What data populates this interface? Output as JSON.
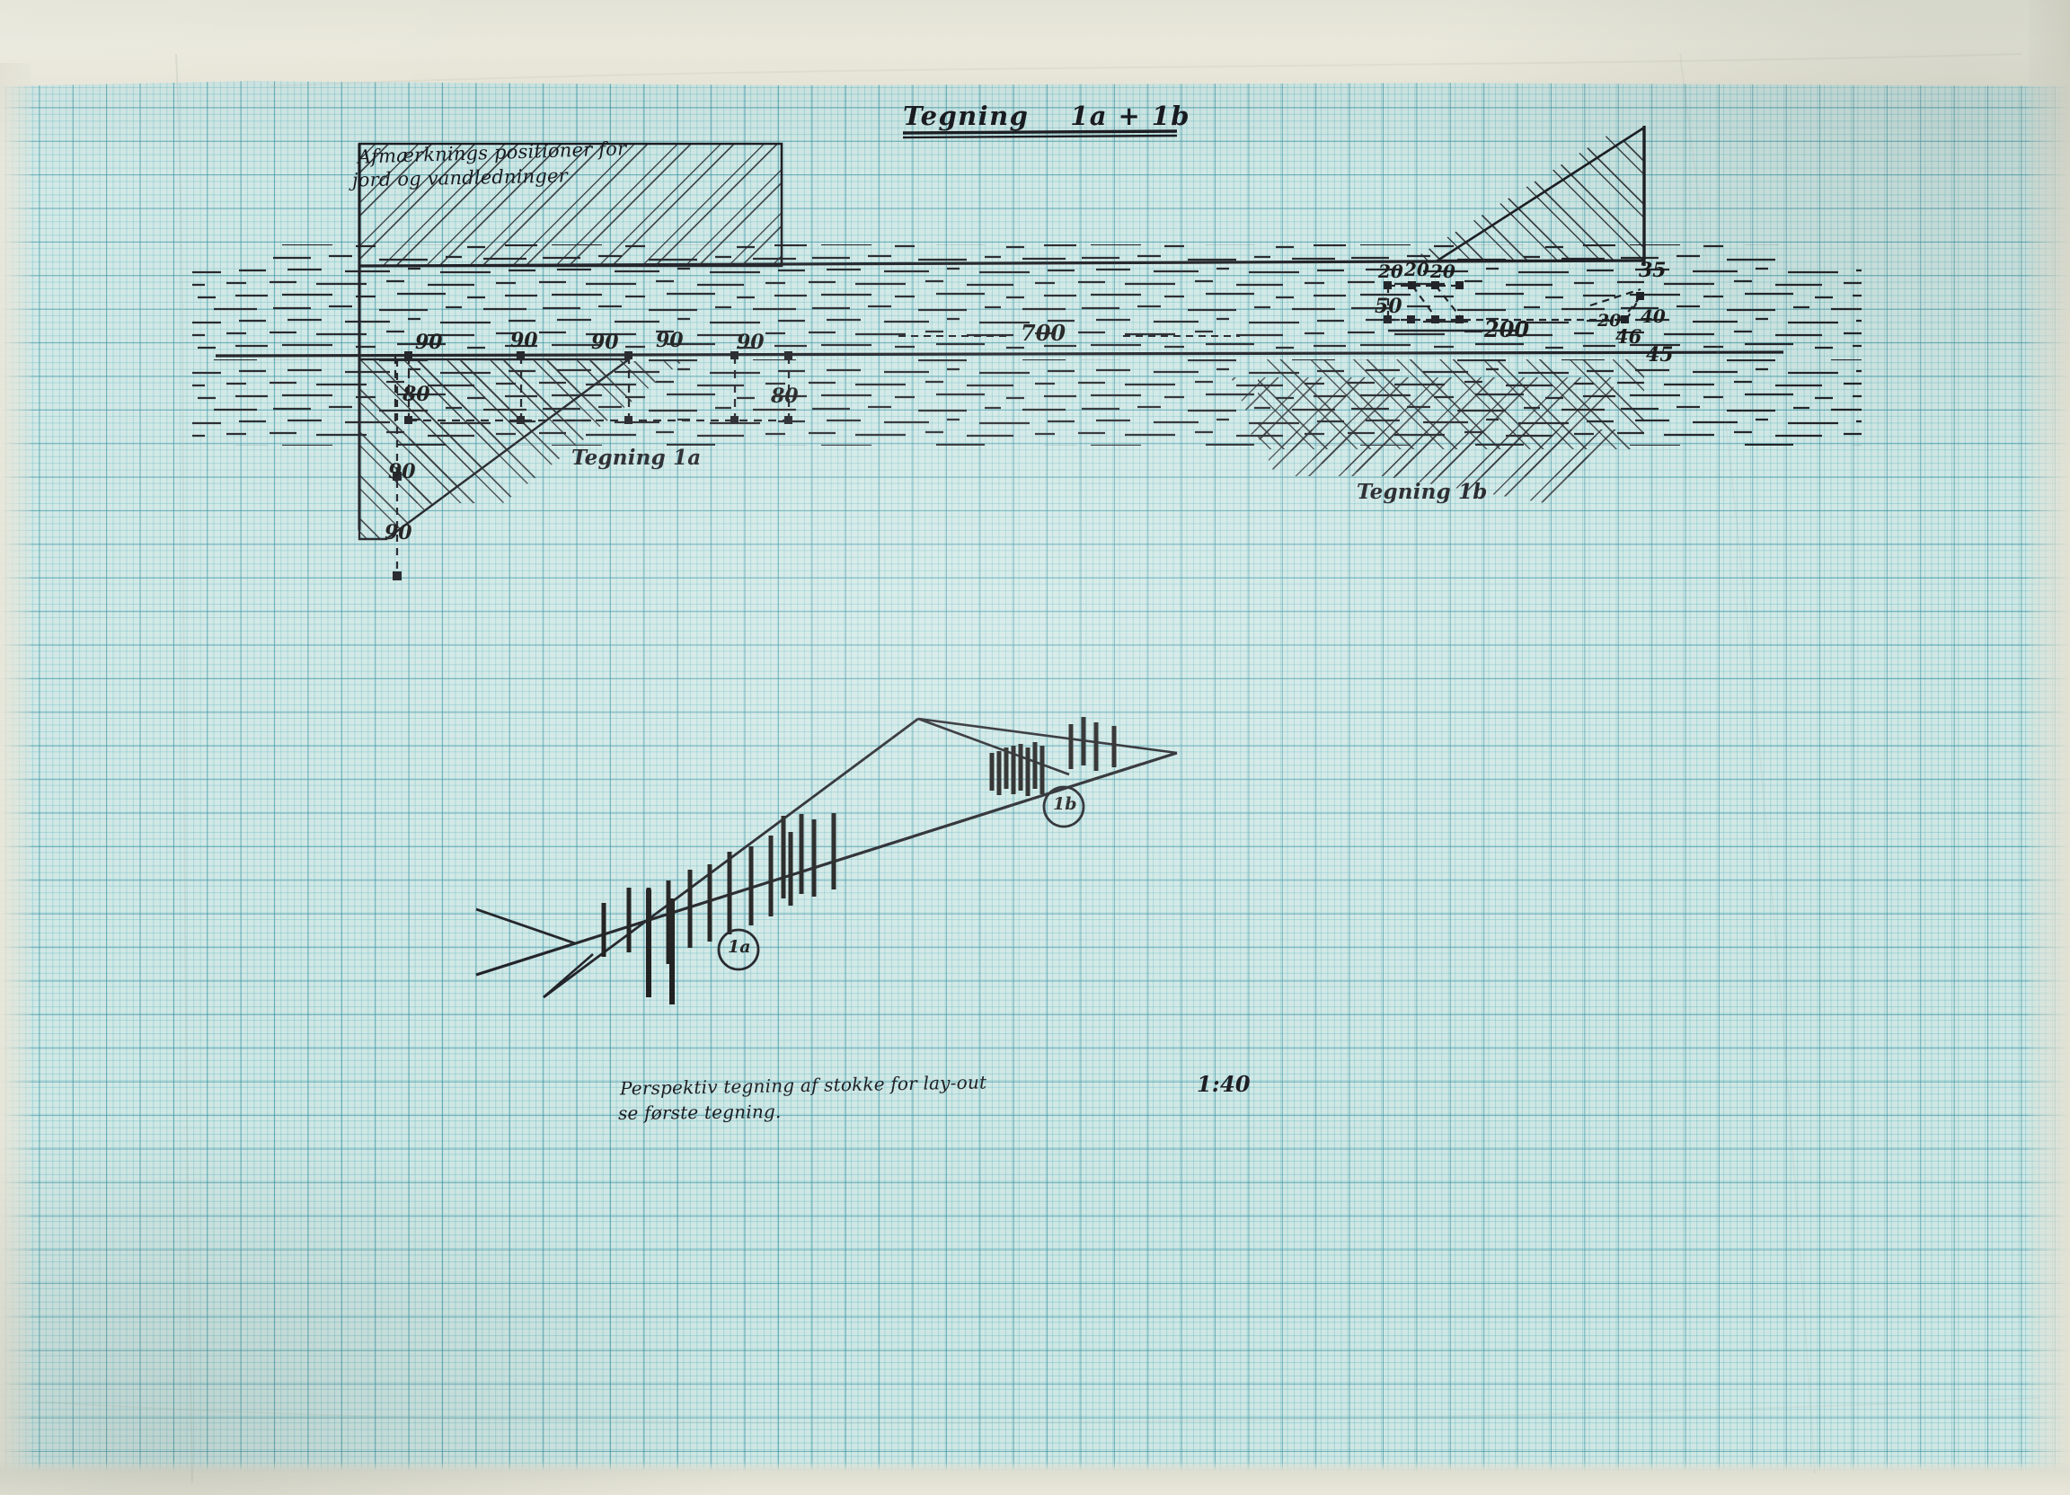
{
  "document": {
    "medium": "graph-paper-photograph",
    "title": "Tegning    1a + 1b",
    "scale": "1:40",
    "paper_color": "#cfe7e4",
    "grid_color": "#2484 96",
    "ink_color": "#14161c"
  },
  "annotations": {
    "top_left_note_line1": "Afmærknings positioner for",
    "top_left_note_line2": "jord og vandledninger",
    "bottom_caption_line1": "Perspektiv tegning af stokke for lay-out",
    "bottom_caption_line2": "se første tegning.",
    "scale_label": "1:40"
  },
  "sections": {
    "left": {
      "label": "Tegning 1a",
      "circle_label": "1a",
      "horizontal_dims": [
        "90",
        "90",
        "90",
        "90",
        "90"
      ],
      "vertical_dims_right": [
        "80"
      ],
      "vertical_dims_left": [
        "80",
        "90",
        "90"
      ]
    },
    "right": {
      "label": "Tegning 1b",
      "circle_label": "1b",
      "top_dims": [
        "20",
        "20",
        "20"
      ],
      "left_dim": "50",
      "span_dim": "200",
      "edge_dims": [
        "35",
        "45"
      ],
      "corner_dims": [
        "20",
        "40",
        "46"
      ]
    },
    "center": {
      "span_dim": "700"
    }
  },
  "chart_data": {
    "type": "diagram",
    "title": "Tegning 1a + 1b",
    "subtitle": "Afmærknings positioner for jord og vandledninger",
    "scale": "1:40",
    "views": [
      {
        "name": "Tegning 1a",
        "kind": "section-elevation-left",
        "dimensions_horizontal": [
          90,
          90,
          90,
          90,
          90
        ],
        "dimensions_vertical": [
          80,
          80,
          90,
          90
        ],
        "units": "cm"
      },
      {
        "name": "Tegning 1b",
        "kind": "section-elevation-right",
        "dimensions_top": [
          20,
          20,
          20
        ],
        "dimensions_other": [
          50,
          200,
          35,
          20,
          40,
          46,
          45
        ],
        "units": "cm"
      },
      {
        "name": "centre span",
        "kind": "overall-dimension",
        "value": 700,
        "units": "cm"
      },
      {
        "name": "Perspektiv tegning af stokke",
        "kind": "perspective-stake-layout",
        "markers": [
          "1a",
          "1b"
        ]
      }
    ]
  }
}
